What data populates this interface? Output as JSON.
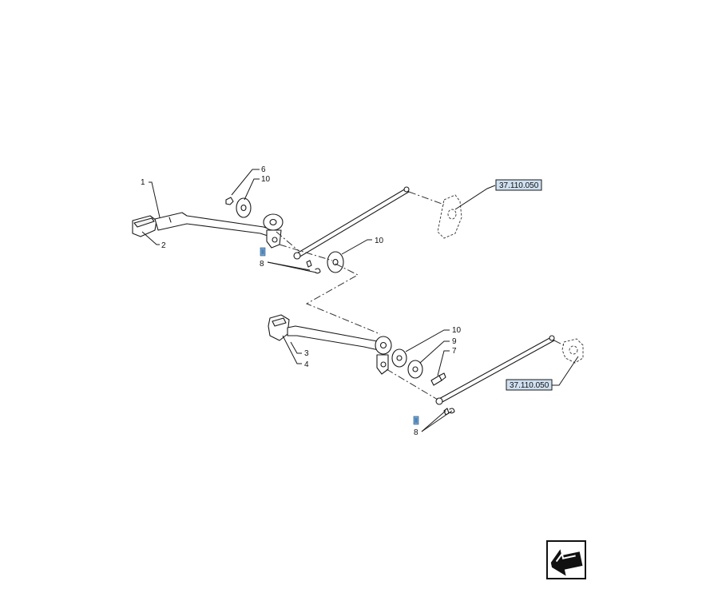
{
  "callouts": {
    "c1": "1",
    "c2": "2",
    "c3": "3",
    "c4": "4",
    "c6": "6",
    "c7": "7",
    "c8_upper": "8",
    "c8_lower": "8",
    "c9": "9",
    "c10_upper": "10",
    "c10_mid": "10",
    "c10_lower": "10"
  },
  "references": {
    "upper": "37.110.050",
    "lower": "37.110.050"
  },
  "tags": {
    "upper_icon": "link-tag-icon",
    "lower_icon": "link-tag-icon"
  },
  "navigation": {
    "icon": "next-page-arrow-icon"
  }
}
